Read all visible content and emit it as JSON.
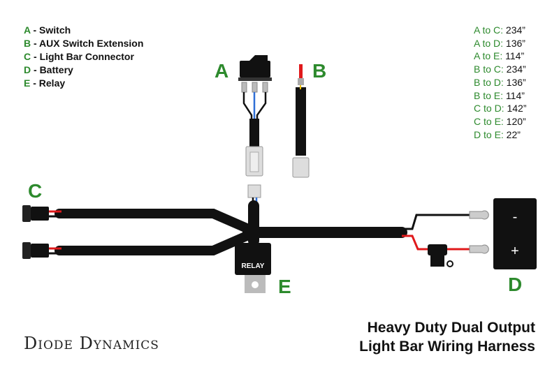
{
  "legend": [
    {
      "key": "A",
      "label": " - Switch"
    },
    {
      "key": "B",
      "label": " - AUX Switch Extension"
    },
    {
      "key": "C",
      "label": " - Light Bar Connector"
    },
    {
      "key": "D",
      "label": " - Battery"
    },
    {
      "key": "E",
      "label": " - Relay"
    }
  ],
  "distances": [
    {
      "pair": "A to C:",
      "value": " 234”"
    },
    {
      "pair": "A to D:",
      "value": " 136”"
    },
    {
      "pair": "A to E:",
      "value": " 114”"
    },
    {
      "pair": "B to C:",
      "value": " 234”"
    },
    {
      "pair": "B to D:",
      "value": " 136”"
    },
    {
      "pair": "B to E:",
      "value": " 114”"
    },
    {
      "pair": "C to D:",
      "value": " 142”"
    },
    {
      "pair": "C to E:",
      "value": " 120”"
    },
    {
      "pair": "D to E:",
      "value": " 22”"
    }
  ],
  "markers": {
    "a": "A",
    "b": "B",
    "c": "C",
    "d": "D",
    "e": "E"
  },
  "relay_label": "RELAY",
  "battery": {
    "negative": "-",
    "positive": "+"
  },
  "title": {
    "line1": "Heavy Duty Dual Output",
    "line2": "Light Bar Wiring Harness"
  },
  "brand": "Diode Dynamics",
  "colors": {
    "accent_green": "#2d8a2d",
    "wire_red": "#e0191b",
    "wire_blue": "#2f6fd6",
    "wire_yellow": "#f2c200",
    "cable": "#111111"
  }
}
